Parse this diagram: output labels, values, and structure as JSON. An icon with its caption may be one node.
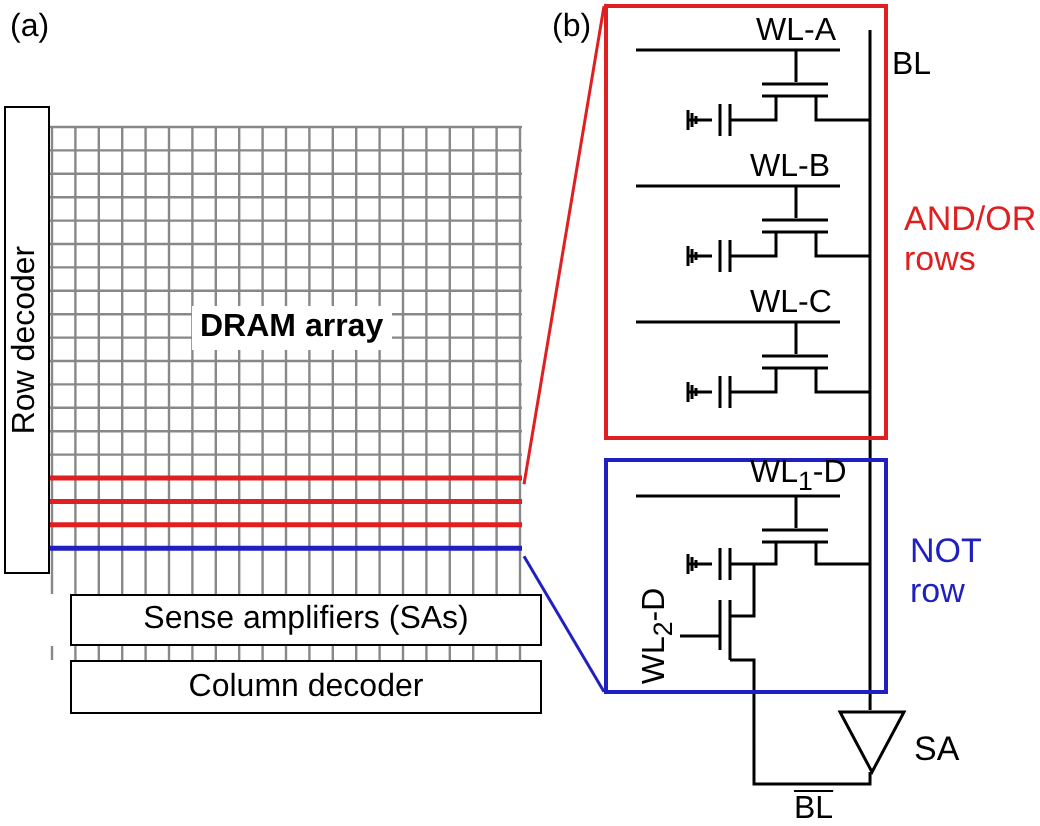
{
  "diagram": {
    "nodes": [
      {
        "text": [
          "Row decoder"
        ]
      },
      {
        "text": [
          "DRAM array"
        ]
      },
      {
        "text": [
          "Sense amplifiers (SAs)"
        ]
      },
      {
        "text": [
          "Column decoder"
        ]
      },
      {
        "text": [
          "AND/OR rows"
        ]
      },
      {
        "text": [
          "NOT row"
        ]
      },
      {
        "text": [
          "SA"
        ]
      }
    ],
    "edges": [
      {
        "from": 1,
        "to": 4,
        "arrow": "none",
        "color": "#e02020"
      },
      {
        "from": 1,
        "to": 5,
        "arrow": "none",
        "color": "#2020c0"
      },
      {
        "from": 4,
        "to": 5,
        "arrow": "none"
      },
      {
        "from": 5,
        "to": 6,
        "arrow": "none"
      },
      {
        "from": 5,
        "to": 6,
        "arrow": "none"
      }
    ],
    "labels": [
      "(a)",
      "(b)",
      "WL-A",
      "BL",
      "WL-B",
      "WL-C",
      "WL$_{1}$-D",
      "WL$_{2}$-D",
      "BL"
    ]
  }
}
